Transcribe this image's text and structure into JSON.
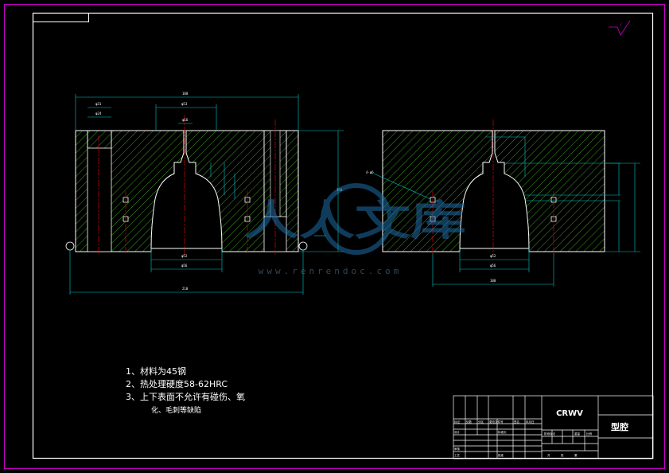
{
  "drawing": {
    "background": "#000000",
    "border_color": "#c800c8",
    "frame_color": "#ffffff",
    "outline_color": "#ffffff",
    "hatch_color": "#4fbf2a",
    "center_color": "#e00000",
    "dim_color": "#00c8c8",
    "text_color": "#ffffff"
  },
  "roughness_symbol": "√",
  "watermark": {
    "brand_cn": "人人文库",
    "url": "www.renrendoc.com"
  },
  "notes": {
    "line1": "1、材料为45钢",
    "line2": "2、热处理硬度58-62HRC",
    "line3": "3、上下表面不允许有碰伤、氧",
    "line4": "化、毛刺等缺陷"
  },
  "title_block": {
    "material": "CRWV",
    "part_name": "型腔",
    "labels": [
      "标记",
      "处数",
      "分区",
      "更改文件号",
      "签名",
      "年月日",
      "设计",
      "标准化",
      "审核",
      "工艺",
      "批准",
      "阶段标记",
      "重量",
      "比例",
      "共",
      "张",
      "第"
    ]
  }
}
